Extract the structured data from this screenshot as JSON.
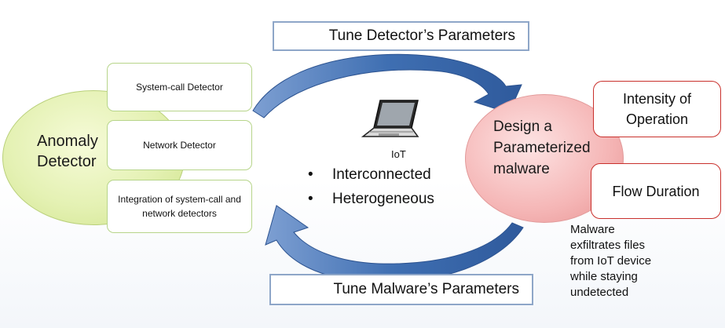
{
  "diagram": {
    "top_banner": "Tune Detector’s Parameters",
    "bottom_banner": "Tune Malware’s Parameters",
    "anomaly_detector": {
      "label_line1": "Anomaly",
      "label_line2": "Detector",
      "detectors": [
        "System-call Detector",
        "Network Detector",
        "Integration of system-call and network detectors"
      ]
    },
    "iot": {
      "label": "IoT",
      "bullet_glyph": "•",
      "properties": [
        "Interconnected",
        "Heterogeneous"
      ]
    },
    "malware": {
      "label_line1": "Design a",
      "label_line2": "Parameterized",
      "label_line3": "malware",
      "parameters": [
        "Intensity of Operation",
        "Flow Duration"
      ],
      "caption": "Malware\nexfiltrates files\nfrom IoT device\nwhile staying\nundetected"
    },
    "colors": {
      "detector_fill": "#e4f1b3",
      "malware_fill": "#f5b6b6",
      "arrow_blue": "#3f6fb2",
      "param_border": "#c9302c",
      "banner_border": "#8ea6c8"
    },
    "icons": [
      "laptop-icon",
      "cycle-arrow-top",
      "cycle-arrow-bottom"
    ]
  }
}
